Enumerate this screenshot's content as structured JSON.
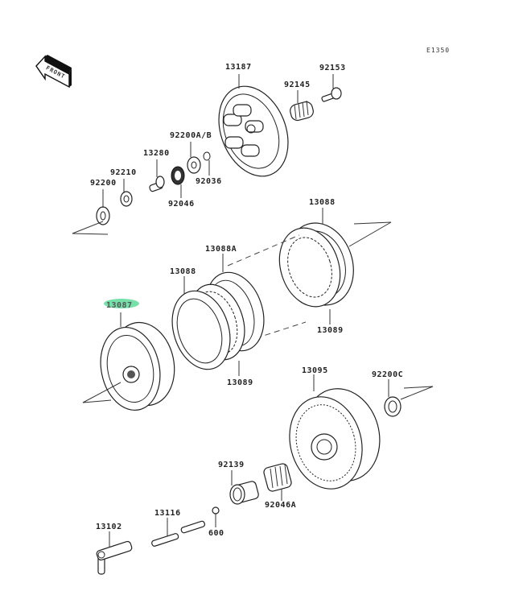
{
  "diagram": {
    "code": "E1350",
    "front_label": "FRONT",
    "highlight_color": "#5ddc9a",
    "parts": [
      {
        "id": "13187",
        "label": "13187"
      },
      {
        "id": "92153",
        "label": "92153"
      },
      {
        "id": "92145",
        "label": "92145"
      },
      {
        "id": "92200AB",
        "label": "92200A/B"
      },
      {
        "id": "13280",
        "label": "13280"
      },
      {
        "id": "92210",
        "label": "92210"
      },
      {
        "id": "92200",
        "label": "92200"
      },
      {
        "id": "92036",
        "label": "92036"
      },
      {
        "id": "92046",
        "label": "92046"
      },
      {
        "id": "13088-top",
        "label": "13088"
      },
      {
        "id": "13088A",
        "label": "13088A"
      },
      {
        "id": "13088-mid",
        "label": "13088"
      },
      {
        "id": "13087",
        "label": "13087",
        "highlighted": true
      },
      {
        "id": "13089-right",
        "label": "13089"
      },
      {
        "id": "13089-mid",
        "label": "13089"
      },
      {
        "id": "13095",
        "label": "13095"
      },
      {
        "id": "92200C",
        "label": "92200C"
      },
      {
        "id": "92139",
        "label": "92139"
      },
      {
        "id": "92046A",
        "label": "92046A"
      },
      {
        "id": "13116",
        "label": "13116"
      },
      {
        "id": "600",
        "label": "600"
      },
      {
        "id": "13102",
        "label": "13102"
      }
    ]
  }
}
